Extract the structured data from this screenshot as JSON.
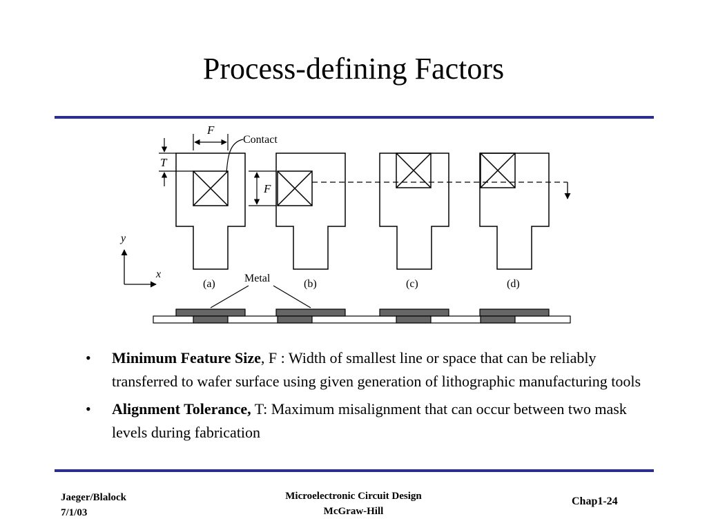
{
  "slide": {
    "title": "Process-defining Factors"
  },
  "figure": {
    "labels": {
      "f_top": "F",
      "contact": "Contact",
      "t": "T",
      "f_side": "F",
      "y": "y",
      "x": "x",
      "metal": "Metal",
      "a": "(a)",
      "b": "(b)",
      "c": "(c)",
      "d": "(d)"
    }
  },
  "bullets": [
    {
      "term": "Minimum Feature Size",
      "rest": ", F : Width of smallest line or space that can be reliably transferred to wafer surface using given generation of lithographic manufacturing tools"
    },
    {
      "term": "Alignment Tolerance,",
      "rest": " T: Maximum misalignment that can occur between two mask levels during fabrication"
    }
  ],
  "footer": {
    "left_line1": "Jaeger/Blalock",
    "left_line2": "7/1/03",
    "center_line1": "Microelectronic Circuit Design",
    "center_line2": "McGraw-Hill",
    "right": "Chap1-24"
  }
}
